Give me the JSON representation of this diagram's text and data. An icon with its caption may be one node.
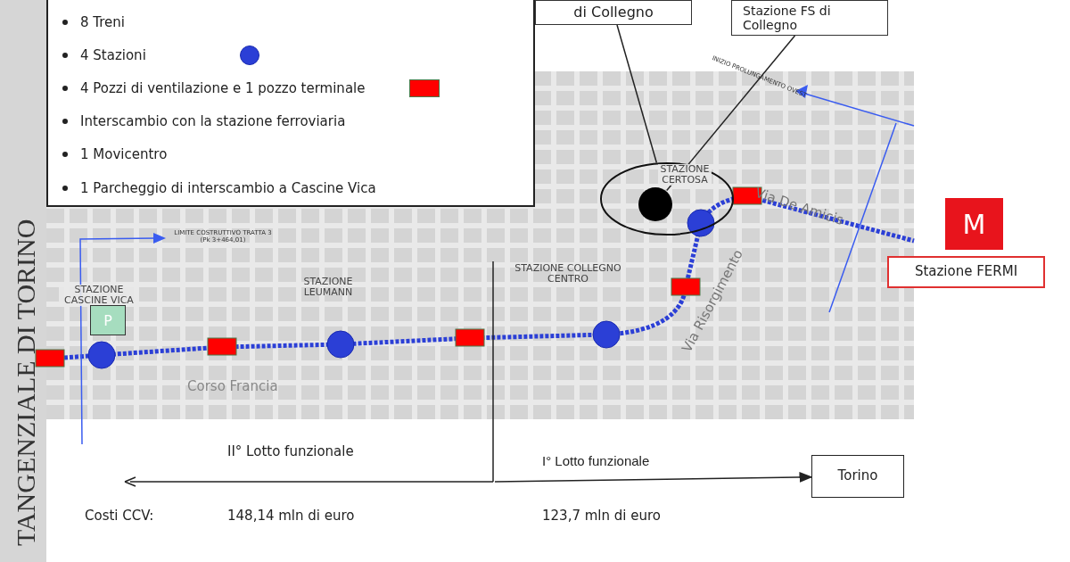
{
  "diagram": {
    "nodes": [
      {
        "text": [
          "di Collegno"
        ]
      },
      {
        "text": [
          "Stazione FS di Collegno"
        ]
      },
      {
        "text": [],
        "shape": "circle"
      },
      {
        "text": [],
        "shape": "circle",
        "in": 2
      },
      {
        "text": [
          "Stazione FERMI"
        ],
        "beside": [
          "M"
        ]
      },
      {
        "text": [
          "Torino"
        ]
      }
    ],
    "edges": [
      {
        "from": 0,
        "to": 2,
        "arrow": "none"
      },
      {
        "from": 1,
        "to": 3,
        "arrow": "none"
      },
      {
        "from": null,
        "to": 5,
        "arrow": "to",
        "label": "I° Lotto funzionale"
      }
    ],
    "labels": [
      "TANGENZIALE DI TORINO",
      "LIMITE COSTRUTTIVO TRATTA 3 (Pk 3+464,01)",
      "INIZIO PROLUNGAMENTO OVEST",
      "STAZIONE CERTOSA",
      "Via De Amicis",
      "STAZIONE CASCINE VICA",
      "P",
      "STAZIONE LEUMANN",
      "STAZIONE COLLEGNO CENTRO",
      "Via Risorgimento",
      "Corso Francia",
      "II° Lotto funzionale",
      "Costi CCV:",
      "148,14 mln di euro",
      "123,7 mln di euro"
    ],
    "legend": [
      {
        "text": "8 Treni"
      },
      {
        "text": "4 Stazioni",
        "color": "#2b3fd6"
      },
      {
        "text": "4 Pozzi di ventilazione e 1 pozzo terminale",
        "color": "#ff0000"
      },
      {
        "text": "Interscambio con la stazione ferroviaria"
      },
      {
        "text": "1 Movicentro"
      },
      {
        "text": "1 Parcheggio di interscambio a Cascine Vica"
      }
    ]
  }
}
